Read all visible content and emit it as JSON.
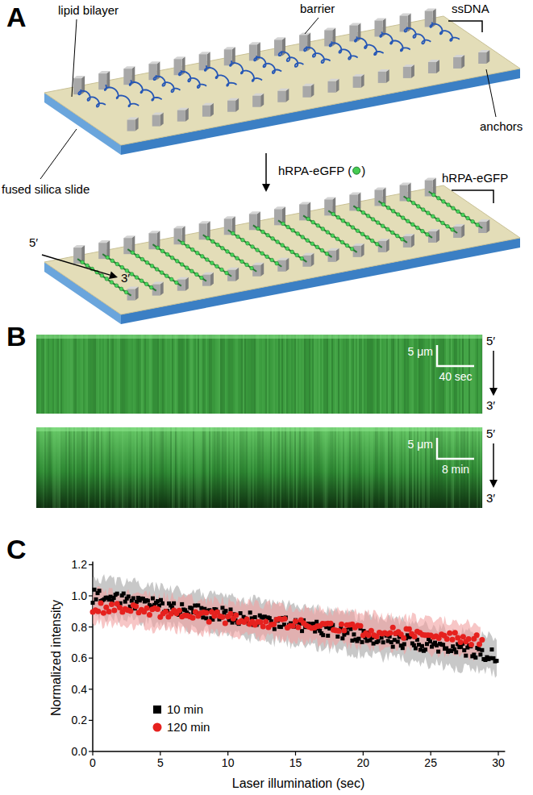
{
  "diagram": {
    "labels": [
      "A",
      "lipid bilayer",
      "barrier",
      "ssDNA",
      "anchors",
      "fused silica slide",
      "hRPA-eGFP (",
      ")",
      "hRPA-eGFP",
      "5′",
      "3′",
      "B",
      "5 μm",
      "40 sec",
      "5′",
      "3′",
      "5 μm",
      "8 min",
      "5′",
      "3′",
      "C",
      "Normalized intensity",
      "0.0",
      "0.2",
      "0.4",
      "0.6",
      "0.8",
      "1.0",
      "1.2",
      "0",
      "5",
      "10",
      "15",
      "20",
      "25",
      "30",
      "Laser illumination (sec)"
    ],
    "legend": [
      {
        "text": "10 min",
        "color": "#000000"
      },
      {
        "text": "120 min",
        "color": "#e6211e"
      }
    ]
  }
}
